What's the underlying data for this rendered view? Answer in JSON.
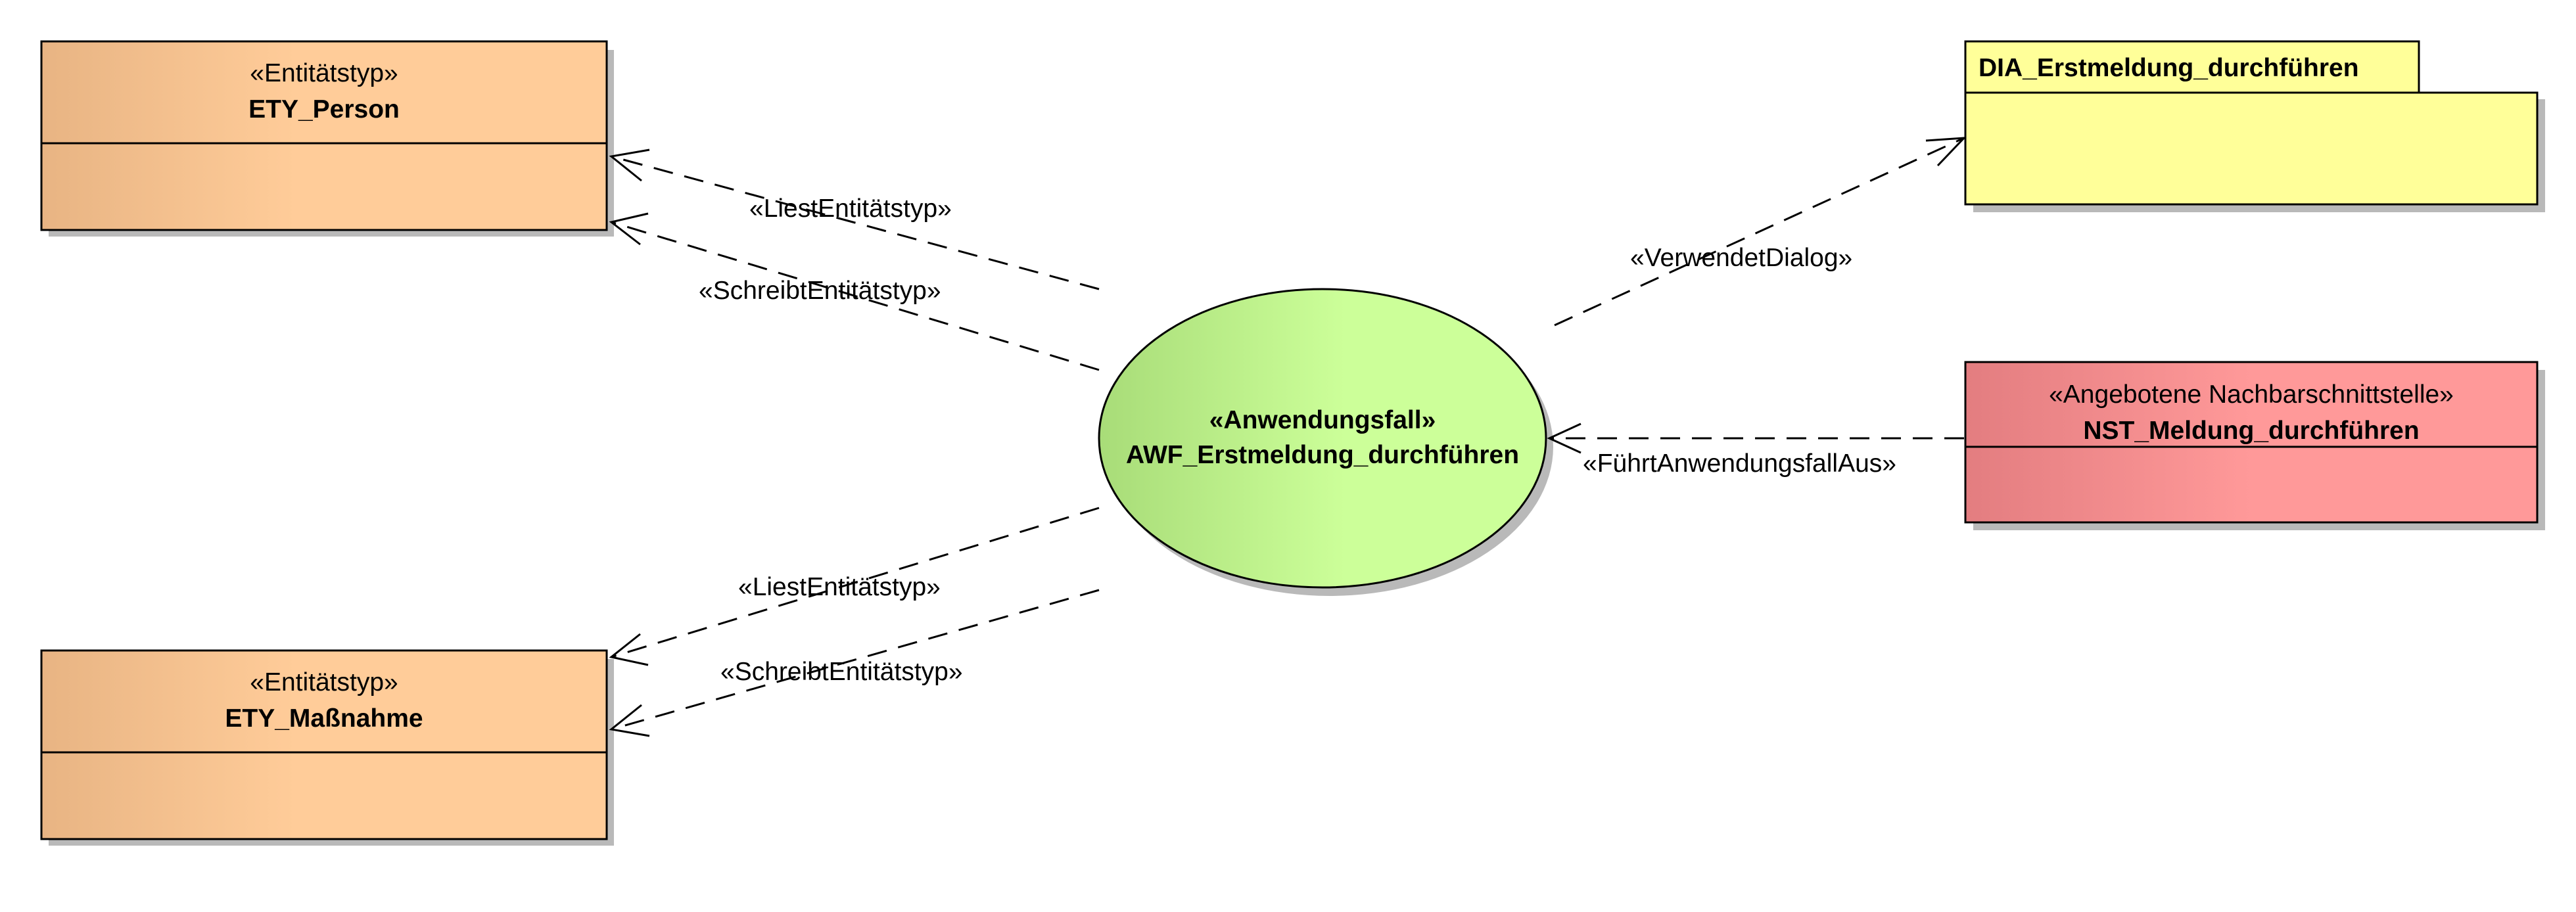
{
  "entities": {
    "person": {
      "stereotype": "«Entitätstyp»",
      "name": "ETY_Person"
    },
    "massnahme": {
      "stereotype": "«Entitätstyp»",
      "name": "ETY_Maßnahme"
    }
  },
  "usecase": {
    "stereotype": "«Anwendungsfall»",
    "name": "AWF_Erstmeldung_durchführen"
  },
  "package": {
    "name": "DIA_Erstmeldung_durchführen"
  },
  "interface": {
    "stereotype": "«Angebotene Nachbarschnittstelle»",
    "name": "NST_Meldung_durchführen"
  },
  "relations": {
    "liest_person": "«LiestEntitätstyp»",
    "schreibt_person": "«SchreibtEntitätstyp»",
    "liest_massnahme": "«LiestEntitätstyp»",
    "schreibt_massnahme": "«SchreibtEntitätstyp»",
    "verwendet_dialog": "«VerwendetDialog»",
    "fuehrt_aus": "«FührtAnwendungsfallAus»"
  },
  "colors": {
    "entity_fill_left": "#e8b483",
    "entity_fill_right": "#ffcc99",
    "usecase_fill_left": "#a8dc78",
    "usecase_fill_right": "#ccff99",
    "package_fill": "#ffff99",
    "interface_fill_left": "#e37d80",
    "interface_fill_right": "#ff9999"
  }
}
